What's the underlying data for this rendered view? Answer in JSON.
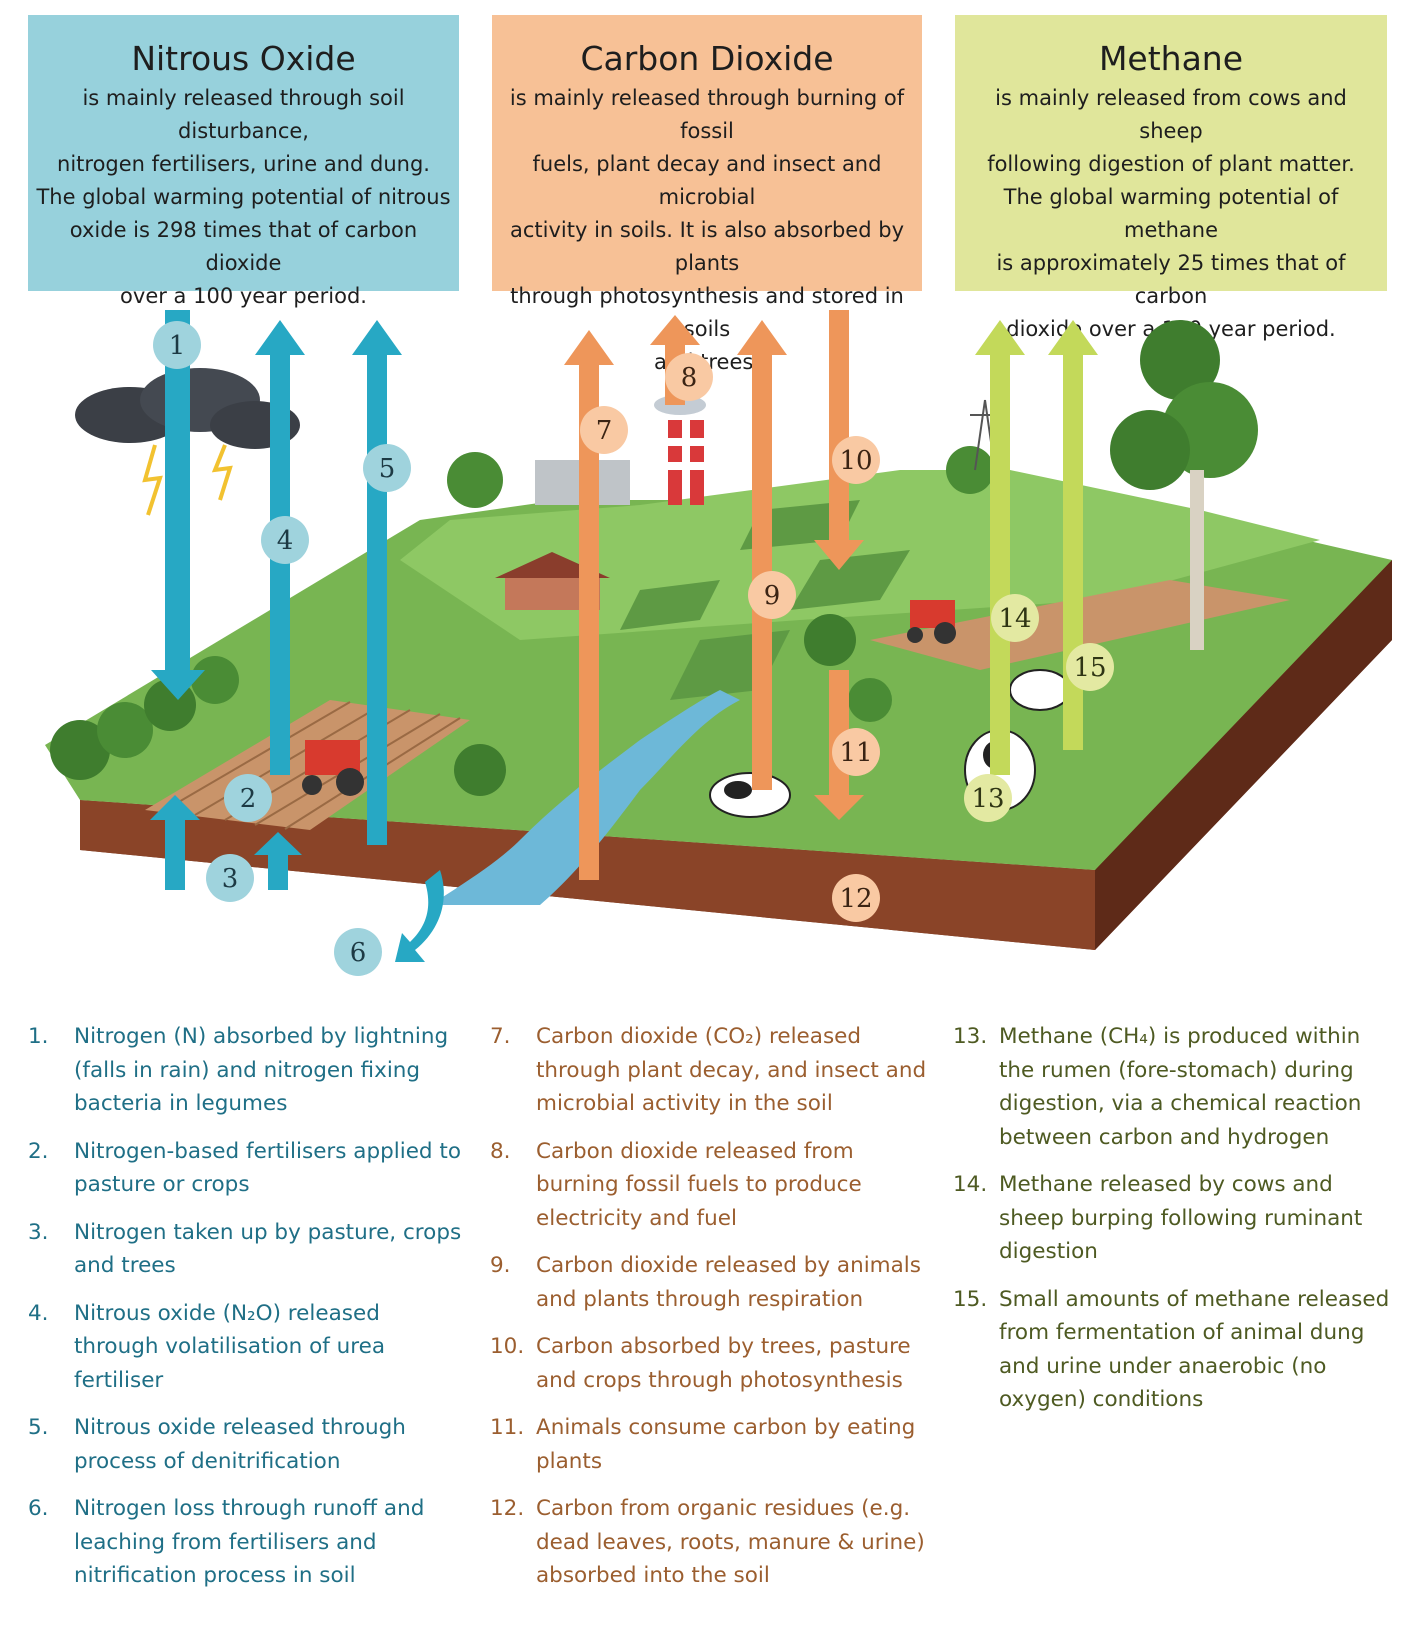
{
  "colors": {
    "n2o_box": "#97d1dc",
    "co2_box": "#f7c196",
    "ch4_box": "#e0e69b",
    "n2o_arrow": "#27a8c4",
    "co2_arrow": "#ee965a",
    "ch4_arrow": "#c3d95a",
    "n2o_text": "#1f6f86",
    "co2_text": "#9b5e2f",
    "ch4_text": "#4e5a22"
  },
  "headers": {
    "n2o": {
      "title": "Nitrous Oxide",
      "lines": [
        "is mainly released through soil disturbance,",
        "nitrogen fertilisers, urine and dung.",
        "The global warming potential of nitrous",
        "oxide is 298 times that of carbon dioxide",
        "over a 100 year period."
      ]
    },
    "co2": {
      "title": "Carbon Dioxide",
      "lines": [
        "is mainly released through burning of fossil",
        "fuels, plant decay and insect and microbial",
        "activity in soils. It is also absorbed by plants",
        "through photosynthesis and stored in soils",
        "and trees."
      ]
    },
    "ch4": {
      "title": "Methane",
      "lines": [
        "is mainly released from cows and sheep",
        "following digestion of plant matter.",
        "The global warming potential of methane",
        "is approximately 25 times that of carbon",
        "dioxide over a 100 year period."
      ]
    }
  },
  "badges": [
    "1",
    "2",
    "3",
    "4",
    "5",
    "6",
    "7",
    "8",
    "9",
    "10",
    "11",
    "12",
    "13",
    "14",
    "15"
  ],
  "legend": {
    "n2o": [
      {
        "num": "1.",
        "text": "Nitrogen (N) absorbed by lightning (falls in rain) and nitrogen fixing bacteria in legumes"
      },
      {
        "num": "2.",
        "text": "Nitrogen-based fertilisers applied to pasture or crops"
      },
      {
        "num": "3.",
        "text": "Nitrogen taken up by pasture, crops and trees"
      },
      {
        "num": "4.",
        "text": "Nitrous oxide (N₂O) released through volatilisation of urea fertiliser"
      },
      {
        "num": "5.",
        "text": "Nitrous oxide released through process of denitrification"
      },
      {
        "num": "6.",
        "text": "Nitrogen loss through runoff and leaching from fertilisers and nitrification process in soil"
      }
    ],
    "co2": [
      {
        "num": "7.",
        "text": "Carbon dioxide (CO₂) released through plant decay, and insect and microbial activity in the soil"
      },
      {
        "num": "8.",
        "text": "Carbon dioxide released from burning fossil fuels to produce electricity and fuel"
      },
      {
        "num": "9.",
        "text": "Carbon dioxide released by animals and plants through respiration"
      },
      {
        "num": "10.",
        "text": "Carbon absorbed by trees, pasture and crops through photosynthesis"
      },
      {
        "num": "11.",
        "text": "Animals consume carbon by eating plants"
      },
      {
        "num": "12.",
        "text": "Carbon from organic residues (e.g. dead leaves, roots, manure & urine) absorbed into the soil"
      }
    ],
    "ch4": [
      {
        "num": "13.",
        "text": "Methane (CH₄) is produced within the rumen (fore-stomach) during digestion, via a chemical reaction between carbon and hydrogen"
      },
      {
        "num": "14.",
        "text": "Methane released by cows and sheep burping following ruminant digestion"
      },
      {
        "num": "15.",
        "text": "Small amounts of methane released from fermentation of animal dung and urine under anaerobic (no oxygen) conditions"
      }
    ]
  }
}
